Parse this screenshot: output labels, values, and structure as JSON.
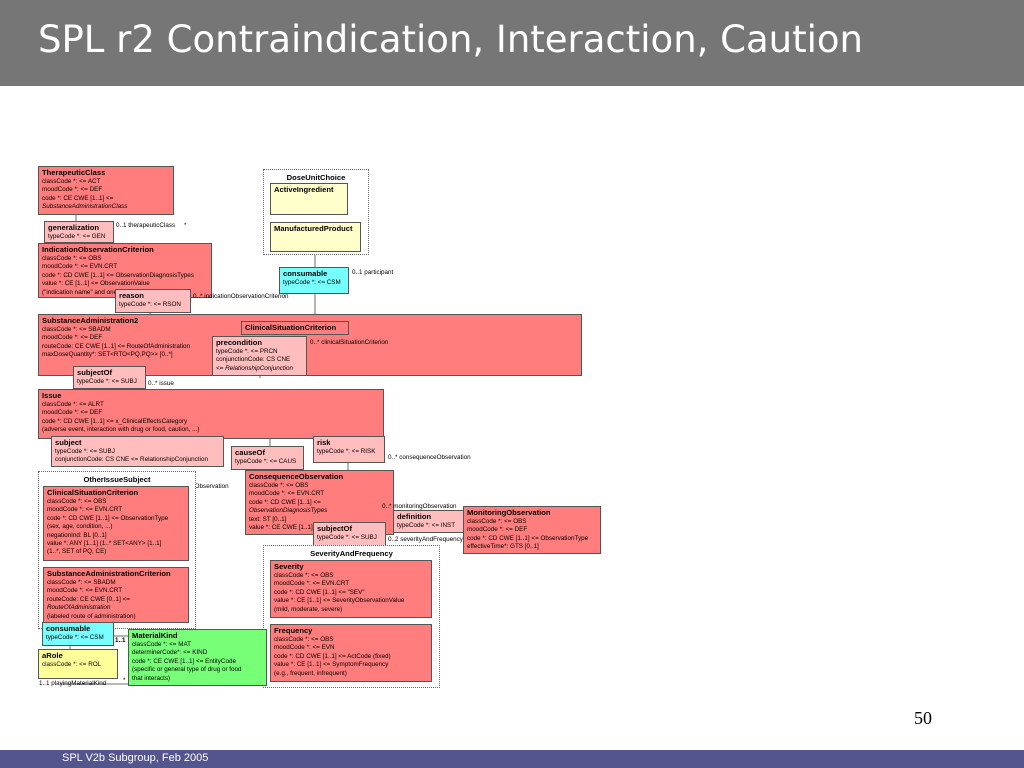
{
  "slide": {
    "title": "SPL r2 Contraindication, Interaction, Caution",
    "footer": "SPL V2b Subgroup, Feb 2005",
    "page_number": "50"
  },
  "diagram": {
    "therapeutic_class": {
      "name": "TherapeuticClass",
      "lines": [
        "classCode *: <= ACT",
        "moodCode *: <= DEF",
        "code *: CE CWE [1..1] <=",
        "SubstanceAdministrationClass"
      ]
    },
    "generalization": {
      "name": "generalization",
      "line": "typeCode *: <= GEN"
    },
    "generalization_label": "0..1 therapeuticClass",
    "generalization_star": "*",
    "indication_criterion": {
      "name": "IndicationObservationCriterion",
      "lines": [
        "classCode *: <= OBS",
        "moodCode *: <= EVN.CRT",
        "code *: CD CWE [1..1] <= ObservationDiagnosisTypes",
        "value *: CE [1..1] <= ObservationValue",
        "(\"indication name\" and one"
      ]
    },
    "reason": {
      "name": "reason",
      "line": "typeCode *: <= RSON"
    },
    "reason_label": "0..* indicationObservationCriterion",
    "substance_admin": {
      "name": "SubstanceAdministration2",
      "lines": [
        "classCode *: <= SBADM",
        "moodCode *: <= DEF",
        "routeCode: CE CWE [1..1] <= RouteOfAdministration",
        "maxDoseQuantity*: SET<RTO<PQ,PQ>> [0..*]"
      ]
    },
    "dose_unit_choice": {
      "title": "DoseUnitChoice",
      "items": [
        "ActiveIngredient",
        "ManufacturedProduct"
      ]
    },
    "consumable_top": {
      "name": "consumable",
      "line": "typeCode *: <= CSM"
    },
    "consumable_top_label": "0..1 participant",
    "clinical_situation_criterion_top": {
      "name": "ClinicalSituationCriterion"
    },
    "precondition": {
      "name": "precondition",
      "lines": [
        "typeCode *: <= PRCN",
        "conjunctionCode: CS CNE",
        "<= RelationshipConjunction"
      ]
    },
    "precondition_label": "0..* clinicalSituationCriterion",
    "subject_of": {
      "name": "subjectOf",
      "line": "typeCode *: <= SUBJ"
    },
    "subject_of_label": "0..* issue",
    "issue": {
      "name": "Issue",
      "lines": [
        "classCode *: <= ALRT",
        "moodCode *: <= DEF",
        "code *: CD CWE [1..1] <= x_ClinicalEffectsCategory",
        "(adverse event, interaction with drug or food, caution, ...)"
      ]
    },
    "subject": {
      "name": "subject",
      "lines": [
        "typeCode *: <= SUBJ",
        "conjunctionCode: CS CNE <= RelationshipConjunction"
      ]
    },
    "cause_of": {
      "name": "causeOf",
      "line": "typeCode *: <= CAUS"
    },
    "cause_of_label": "0..* consequenceObservation",
    "risk": {
      "name": "risk",
      "line": "typeCode *: <= RISK"
    },
    "risk_label": "0..* consequenceObservation",
    "other_issue_subject": {
      "title": "OtherIssueSubject",
      "clinical_situation": {
        "name": "ClinicalSituationCriterion",
        "lines": [
          "classCode *: <= OBS",
          "moodCode *: <= EVN.CRT",
          "code *: CD CWE [1..1] <= ObservationType",
          "(sex, age, condition, ...)",
          "negationInd: BL [0..1]",
          "value *: ANY [1..1] (1..* SET<ANY> [1..1]",
          "(1..*, SET of PQ, CE)"
        ]
      },
      "substance_admin_criterion": {
        "name": "SubstanceAdministrationCriterion",
        "lines": [
          "classCode *: <= SBADM",
          "moodCode *: <= EVN.CRT",
          "routeCode: CE CWE [0..1] <=",
          "RouteOfAdministration",
          "(labeled route of administration)"
        ]
      }
    },
    "consequence_observation": {
      "name": "ConsequenceObservation",
      "lines": [
        "classCode *: <= OBS",
        "moodCode *: <= EVN.CRT",
        "code *: CD CWE [1..1] <=",
        "ObservationDiagnosisTypes",
        "text: ST [0..1]",
        "value *: CE CWE [1..1]"
      ]
    },
    "subject_of_2": {
      "name": "subjectOf",
      "line": "typeCode *: <= SUBJ"
    },
    "subject_of_2_label": "0..2 severityAndFrequency",
    "definition": {
      "name": "definition",
      "line": "typeCode *: <= INST"
    },
    "definition_label": "0..* monitoringObservation",
    "monitoring_observation": {
      "name": "MonitoringObservation",
      "lines": [
        "classCode *: <= OBS",
        "moodCode *: <= DEF",
        "code *: CD CWE [1..1] <= ObservationType",
        "effectiveTime*: GTS [0..1]"
      ]
    },
    "severity_and_frequency": {
      "title": "SeverityAndFrequency",
      "severity": {
        "name": "Severity",
        "lines": [
          "classCode *: <= OBS",
          "moodCode *: <= EVN.CRT",
          "code *: CD CWE [1..1] <= \"SEV\"",
          "value *: CE [1..1] <= SeverityObservationValue",
          "(mild, moderate, severe)"
        ]
      },
      "frequency": {
        "name": "Frequency",
        "lines": [
          "classCode *: <= OBS",
          "moodCode *: <= EVN",
          "code *: CD CWE [1..1] <= ActCode (fixed)",
          "value *: CE [1..1] <= SymptomFrequency",
          "(e.g., frequent, infrequent)"
        ]
      }
    },
    "consumable_bottom": {
      "name": "consumable",
      "line": "typeCode *: <= CSM"
    },
    "consumable_bottom_mult": "1..1",
    "a_role": {
      "name": "aRole",
      "line": "classCode *: <= ROL"
    },
    "a_role_label": "1..1 playingMaterialKind",
    "a_role_star": "*",
    "material_kind": {
      "name": "MaterialKind",
      "lines": [
        "classCode *: <= MAT",
        "determinerCode*: <= KIND",
        "code *: CE CWE [1..1] <= EntityCode",
        "(specific or general type of drug or food",
        "that interacts)"
      ]
    }
  }
}
